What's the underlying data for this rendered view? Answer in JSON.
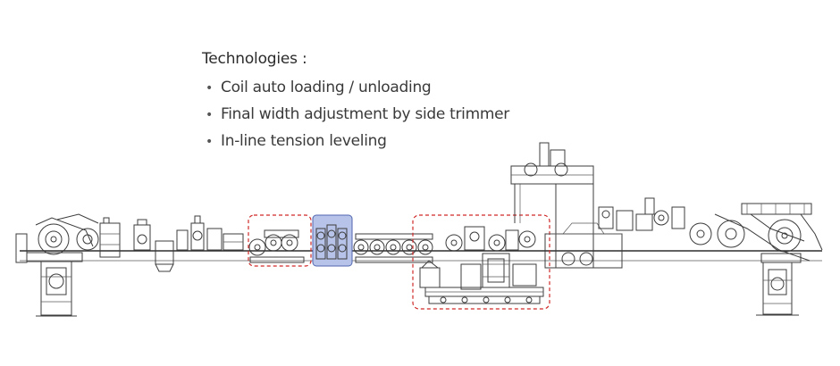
{
  "technologies": {
    "heading": "Technologies :",
    "items": [
      "Coil auto loading / unloading",
      "Final width adjustment by side trimmer",
      "In-line tension leveling"
    ]
  },
  "diagram": {
    "highlight_colors": {
      "dashed_outline": "#d02828",
      "filled_highlight_fill": "#b7c3e8",
      "filled_highlight_stroke": "#5066b0"
    }
  }
}
